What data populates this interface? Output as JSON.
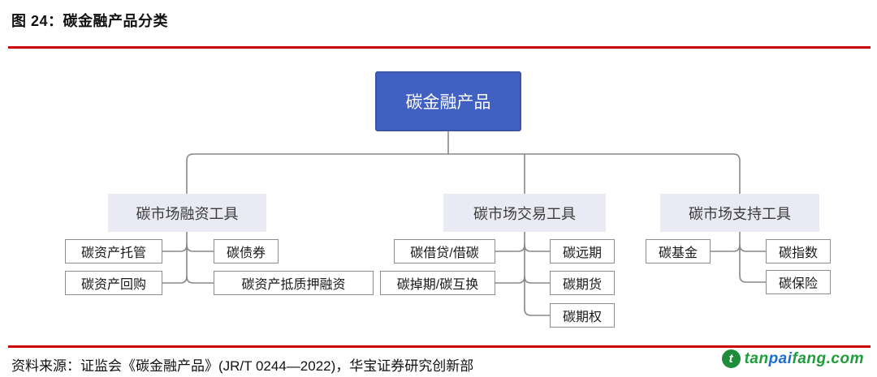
{
  "header": {
    "title": "图 24：碳金融产品分类"
  },
  "tree": {
    "root": "碳金融产品",
    "categories": [
      {
        "label": "碳市场融资工具",
        "children": [
          "碳资产托管",
          "碳债券",
          "碳资产回购",
          "碳资产抵质押融资"
        ]
      },
      {
        "label": "碳市场交易工具",
        "children": [
          "碳借贷/借碳",
          "碳远期",
          "碳掉期/碳互换",
          "碳期货",
          "碳期权"
        ]
      },
      {
        "label": "碳市场支持工具",
        "children": [
          "碳基金",
          "碳指数",
          "碳保险"
        ]
      }
    ]
  },
  "footer": {
    "source": "资料来源：证监会《碳金融产品》(JR/T 0244—2022)，华宝证券研究创新部",
    "logo": {
      "seg_tan": "tan",
      "seg_pai": "pai",
      "seg_fang": "fang",
      "seg_com": ".com",
      "icon_glyph": "t"
    }
  },
  "colors": {
    "accent_red": "#CC0000",
    "root_fill": "#4060C2",
    "root_border": "#3A55A8",
    "category_fill": "#E9EAF3",
    "leaf_border": "#8D8D8D",
    "connector": "#888888",
    "logo_green": "#1F9D3B",
    "logo_blue": "#1C6FD2"
  }
}
